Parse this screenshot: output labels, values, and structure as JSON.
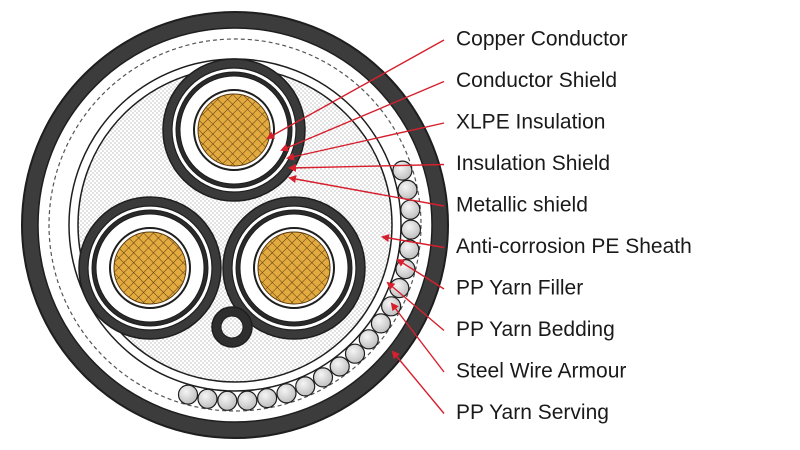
{
  "diagram": {
    "colors": {
      "leader": "#d6202e",
      "outline": "#1e1e1e",
      "conductor": "#e2aa3f",
      "armour_wire": "#d3d3d3"
    },
    "labels": [
      {
        "id": "copper-conductor",
        "text": "Copper Conductor"
      },
      {
        "id": "conductor-shield",
        "text": "Conductor Shield"
      },
      {
        "id": "xlpe-insulation",
        "text": "XLPE Insulation"
      },
      {
        "id": "insulation-shield",
        "text": "Insulation Shield"
      },
      {
        "id": "metallic-shield",
        "text": "Metallic shield"
      },
      {
        "id": "anti-corrosion-pe-sheath",
        "text": "Anti-corrosion PE Sheath"
      },
      {
        "id": "pp-yarn-filler",
        "text": "PP Yarn Filler"
      },
      {
        "id": "pp-yarn-bedding",
        "text": "PP Yarn Bedding"
      },
      {
        "id": "steel-wire-armour",
        "text": "Steel Wire Armour"
      },
      {
        "id": "pp-yarn-serving",
        "text": "PP Yarn Serving"
      }
    ]
  }
}
